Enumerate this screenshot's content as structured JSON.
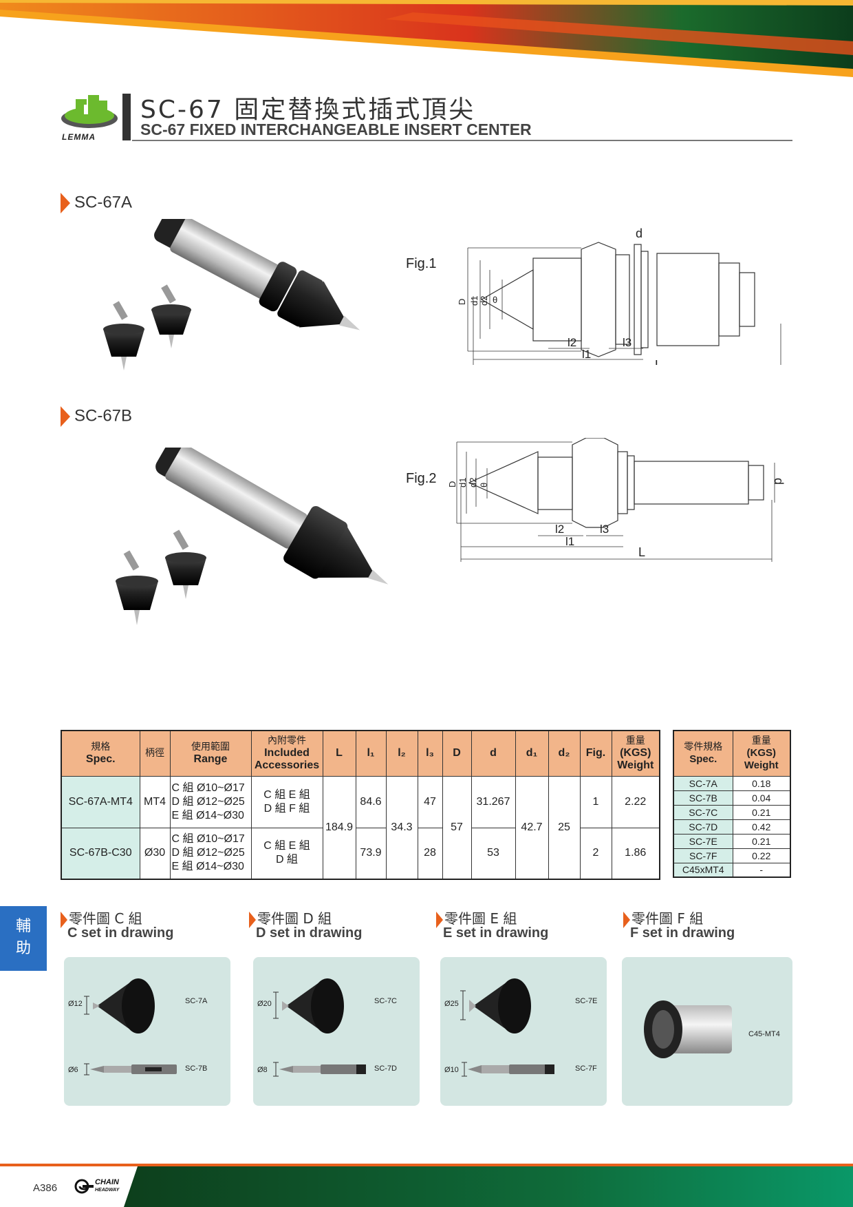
{
  "header": {
    "logo_text": "LEMMA",
    "title_zh": "SC-67 固定替換式插式頂尖",
    "title_en": "SC-67 FIXED INTERCHANGEABLE INSERT CENTER"
  },
  "sections": {
    "a_label": "SC-67A",
    "b_label": "SC-67B",
    "fig1_label": "Fig.1",
    "fig2_label": "Fig.2"
  },
  "spec_table": {
    "headers": {
      "spec_zh": "規格",
      "spec_en": "Spec.",
      "shank_zh": "柄徑",
      "range_zh": "使用範圍",
      "range_en": "Range",
      "acc_zh": "內附零件",
      "acc_en1": "Included",
      "acc_en2": "Accessories",
      "L": "L",
      "l1": "l₁",
      "l2": "l₂",
      "l3": "l₃",
      "D": "D",
      "d": "d",
      "d1": "d₁",
      "d2": "d₂",
      "fig": "Fig.",
      "weight_zh": "重量",
      "weight_en1": "(KGS)",
      "weight_en2": "Weight"
    },
    "rows": [
      {
        "spec": "SC-67A-MT4",
        "shank": "MT4",
        "range1": "C 組 Ø10~Ø17",
        "range2": "D 組 Ø12~Ø25",
        "range3": "E 組 Ø14~Ø30",
        "acc1": "C 組 E 組",
        "acc2": "D 組 F 組",
        "l1": "84.6",
        "l3": "47",
        "d": "31.267",
        "fig": "1",
        "weight": "2.22"
      },
      {
        "spec": "SC-67B-C30",
        "shank": "Ø30",
        "range1": "C 組 Ø10~Ø17",
        "range2": "D 組 Ø12~Ø25",
        "range3": "E 組 Ø14~Ø30",
        "acc1": "C 組 E 組",
        "acc2": "D 組",
        "l1": "73.9",
        "l3": "28",
        "d": "53",
        "fig": "2",
        "weight": "1.86"
      }
    ],
    "shared": {
      "L": "184.9",
      "l2": "34.3",
      "D": "57",
      "d1": "42.7",
      "d2": "25"
    }
  },
  "parts_table": {
    "headers": {
      "spec_zh": "零件規格",
      "spec_en": "Spec.",
      "weight_zh": "重量",
      "weight_en1": "(KGS)",
      "weight_en2": "Weight"
    },
    "rows": [
      {
        "part": "SC-7A",
        "weight": "0.18"
      },
      {
        "part": "SC-7B",
        "weight": "0.04"
      },
      {
        "part": "SC-7C",
        "weight": "0.21"
      },
      {
        "part": "SC-7D",
        "weight": "0.42"
      },
      {
        "part": "SC-7E",
        "weight": "0.21"
      },
      {
        "part": "SC-7F",
        "weight": "0.22"
      },
      {
        "part": "C45xMT4",
        "weight": "-"
      }
    ]
  },
  "side_tab": {
    "line1": "輔",
    "line2": "助"
  },
  "sets": [
    {
      "zh": "零件圖 C 組",
      "en": "C set in drawing",
      "top_tag": "SC-7A",
      "top_dim": "Ø12",
      "bottom_tag": "SC-7B",
      "bottom_dim": "Ø6"
    },
    {
      "zh": "零件圖 D 組",
      "en": "D set in drawing",
      "top_tag": "SC-7C",
      "top_dim": "Ø20",
      "bottom_tag": "SC-7D",
      "bottom_dim": "Ø8"
    },
    {
      "zh": "零件圖 E 組",
      "en": "E set in drawing",
      "top_tag": "SC-7E",
      "top_dim": "Ø25",
      "bottom_tag": "SC-7F",
      "bottom_dim": "Ø10"
    },
    {
      "zh": "零件圖 F 組",
      "en": "F set in drawing",
      "top_tag": "C45-MT4"
    }
  ],
  "drawing_labels": {
    "fig1": {
      "d": "d",
      "D": "D",
      "d1": "d1",
      "d2": "d2",
      "theta": "θ",
      "l1": "l1",
      "l2": "l2",
      "l3": "l3",
      "L": "L"
    },
    "fig2": {
      "d": "d",
      "D": "D",
      "d1": "d1",
      "d2": "d2",
      "theta": "θ",
      "l1": "l1",
      "l2": "l2",
      "l3": "l3",
      "L": "L"
    }
  },
  "footer": {
    "page": "A386",
    "brand1": "CHAIN",
    "brand2": "HEADWAY"
  },
  "colors": {
    "accent": "#e8601c",
    "table_head": "#f2b58a",
    "table_model": "#d5eee8",
    "tab_blue": "#2a6fc2",
    "green": "#0b6b35"
  }
}
